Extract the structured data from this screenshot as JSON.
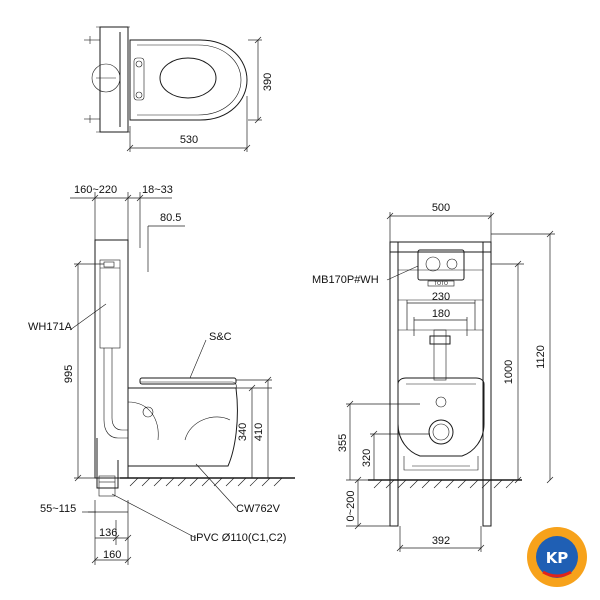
{
  "top_view": {
    "width_dim": "530",
    "depth_dim": "390"
  },
  "side_view": {
    "dims": {
      "wall_gap": "160~220",
      "front_gap": "18~33",
      "offset": "80.5",
      "frame_height": "995",
      "bowl_height_a": "340",
      "bowl_height_b": "410",
      "floor_gap": "55~115",
      "pipe_offset": "136",
      "base_depth": "160"
    },
    "labels": {
      "cistern": "WH171A",
      "seat": "S&C",
      "bowl": "CW762V",
      "pipe": "uPVC Ø110(C1,C2)"
    }
  },
  "front_view": {
    "dims": {
      "frame_width": "500",
      "bracket_a": "230",
      "bracket_b": "180",
      "frame_height": "1000",
      "total_height": "1120",
      "bolt_a": "355",
      "bolt_b": "320",
      "floor_range": "0~200",
      "foot_width": "392"
    },
    "labels": {
      "plate": "MB170P#WH",
      "brand_mark": "TOTO"
    }
  },
  "logo": {
    "text": "KP",
    "colors": {
      "ring": "#f7a21b",
      "center": "#1f5fb4",
      "accent": "#e2231a"
    }
  }
}
